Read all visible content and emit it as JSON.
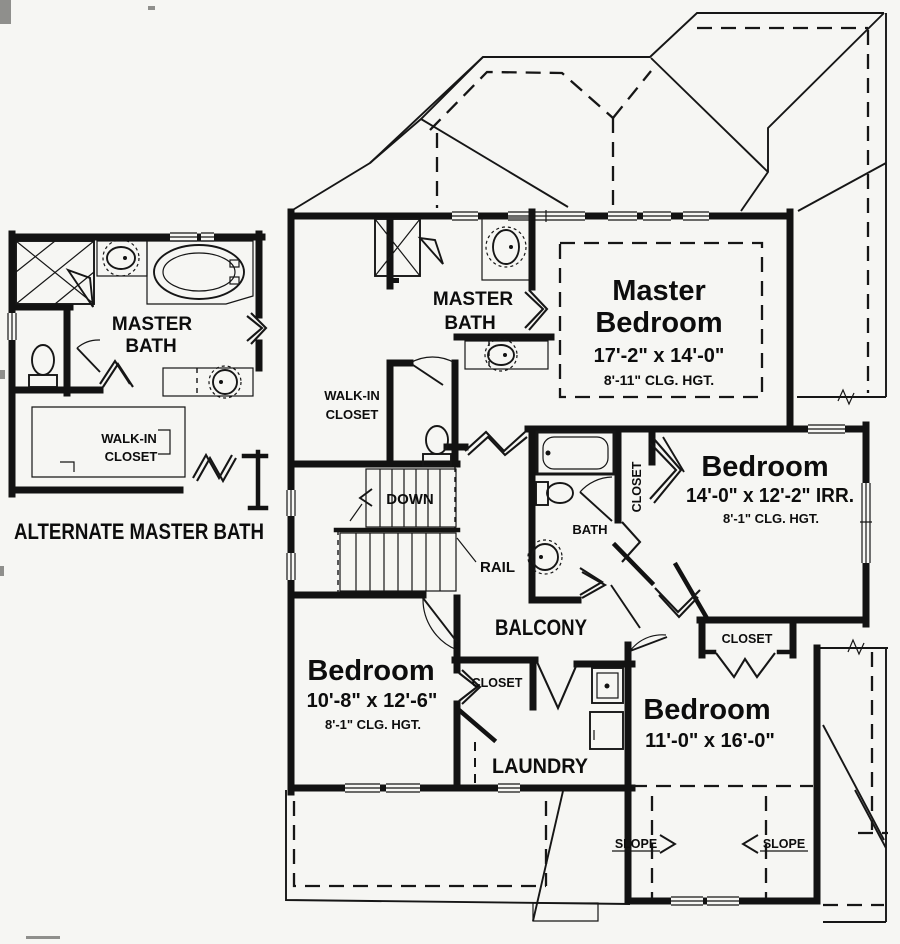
{
  "figure": {
    "kind": "house floor plan",
    "floor": "second floor"
  },
  "colors": {
    "paper": "#f6f6f3",
    "ink": "#121212"
  },
  "inset": {
    "bath_line1": "MASTER",
    "bath_line2": "BATH",
    "closet_line1": "WALK-IN",
    "closet_line2": "CLOSET",
    "caption": "ALTERNATE MASTER BATH"
  },
  "main": {
    "master_bedroom": {
      "line1": "Master",
      "line2": "Bedroom",
      "dims": "17'-2\" x 14'-0\"",
      "ceiling": "8'-11\" CLG. HGT."
    },
    "master_bath": {
      "line1": "MASTER",
      "line2": "BATH"
    },
    "walk_in_closet": {
      "line1": "WALK-IN",
      "line2": "CLOSET"
    },
    "stairs": {
      "down": "DOWN",
      "rail": "RAIL"
    },
    "balcony": {
      "label": "BALCONY"
    },
    "bath": {
      "label": "BATH"
    },
    "bedroom_right": {
      "name": "Bedroom",
      "dims": "14'-0\" x 12'-2\" IRR.",
      "ceiling": "8'-1\" CLG. HGT.",
      "closet": "CLOSET"
    },
    "bedroom_left": {
      "name": "Bedroom",
      "dims": "10'-8\" x 12'-6\"",
      "ceiling": "8'-1\" CLG. HGT.",
      "closet": "CLOSET"
    },
    "bedroom_bottom": {
      "name": "Bedroom",
      "dims": "11'-0\" x 16'-0\"",
      "closet": "CLOSET"
    },
    "laundry": {
      "label": "LAUNDRY"
    },
    "slope_left": "SLOPE",
    "slope_right": "SLOPE"
  }
}
